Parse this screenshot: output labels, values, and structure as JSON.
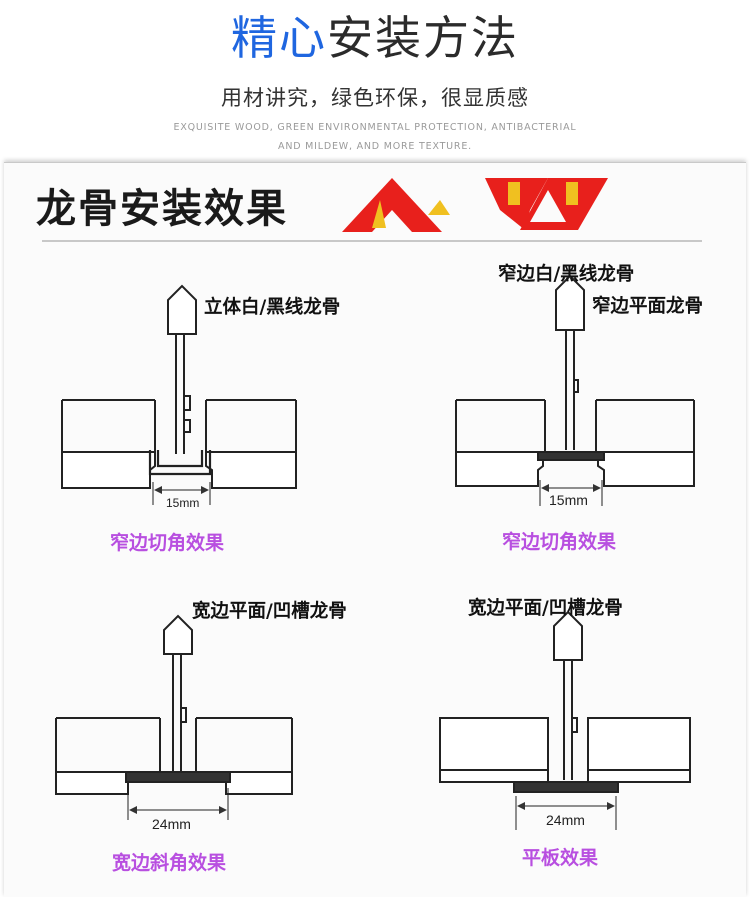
{
  "header": {
    "title_accent": "精心",
    "title_rest": "安装方法",
    "subtitle": "用材讲究，绿色环保，很显质感",
    "english_line1": "EXQUISITE WOOD, GREEN ENVIRONMENTAL PROTECTION, ANTIBACTERIAL",
    "english_line2": "AND MILDEW, AND MORE TEXTURE."
  },
  "section": {
    "title": "龙骨安装效果"
  },
  "colors": {
    "accent_blue": "#1f66e0",
    "caption_purple": "#b84fe0",
    "logo_red": "#e8201c",
    "logo_gold": "#f0c020"
  },
  "diagrams": [
    {
      "labels": [
        "立体白/黑线龙骨"
      ],
      "dimension": "15mm",
      "caption": "窄边切角效果"
    },
    {
      "labels": [
        "窄边白/黑线龙骨",
        "窄边平面龙骨"
      ],
      "dimension": "15mm",
      "caption": "窄边切角效果"
    },
    {
      "labels": [
        "宽边平面/凹槽龙骨"
      ],
      "dimension": "24mm",
      "caption": "宽边斜角效果"
    },
    {
      "labels": [
        "宽边平面/凹槽龙骨"
      ],
      "dimension": "24mm",
      "caption": "平板效果"
    }
  ]
}
